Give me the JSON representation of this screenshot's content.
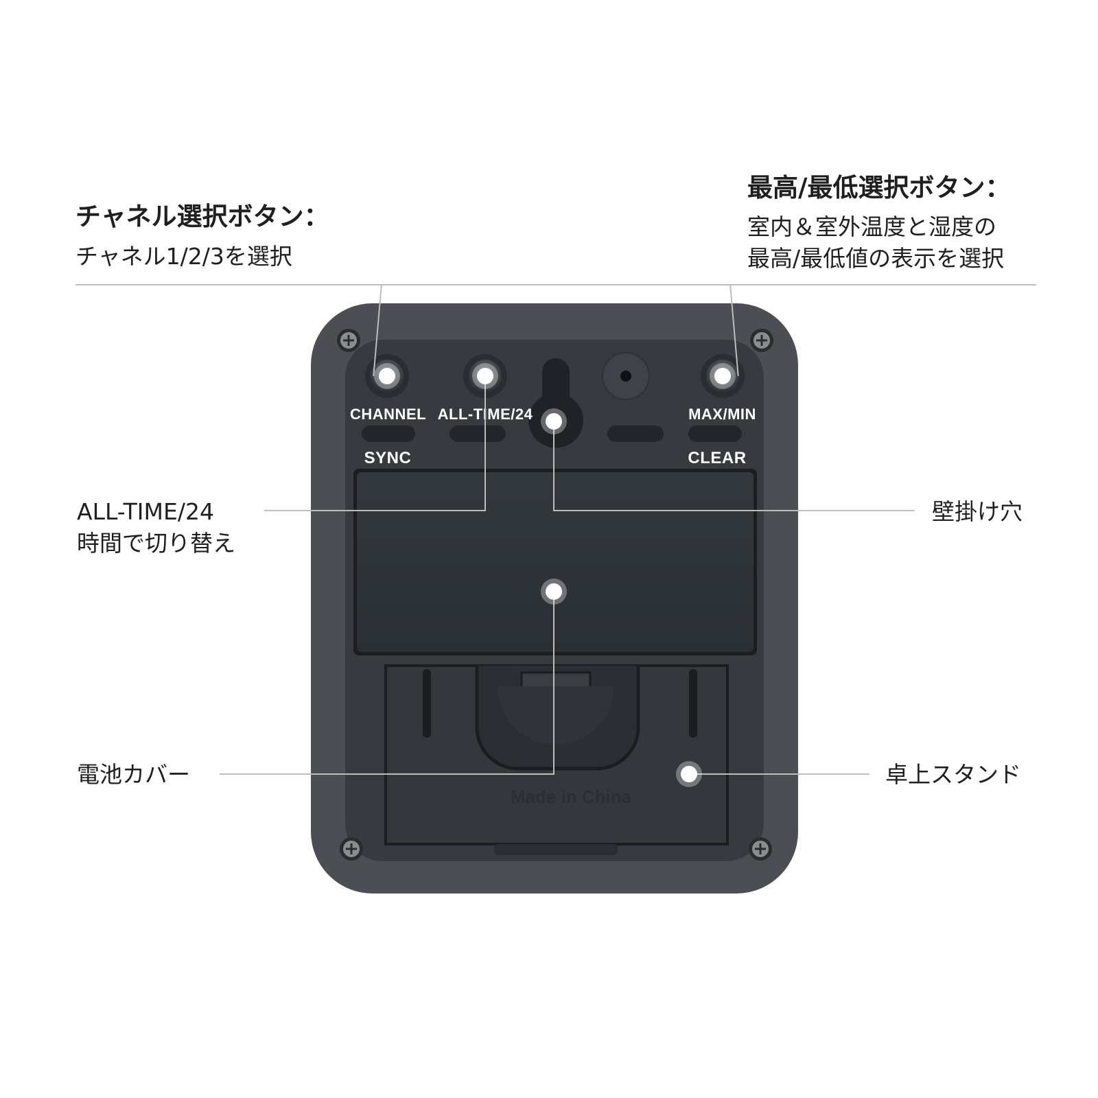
{
  "callouts": {
    "channel": {
      "title": "チャネル選択ボタン：",
      "desc": "チャネル1/2/3を選択"
    },
    "maxmin": {
      "title": "最高/最低選択ボタン：",
      "desc_line1": "室内＆室外温度と湿度の",
      "desc_line2": "最高/最低値の表示を選択"
    },
    "alltime": {
      "line1": "ALL-TIME/24",
      "line2": "時間で切り替え"
    },
    "wall_hole": "壁掛け穴",
    "battery_cover": "電池カバー",
    "stand": "卓上スタンド"
  },
  "device_labels": {
    "channel": "CHANNEL",
    "alltime": "ALL-TIME/24",
    "maxmin": "MAX/MIN",
    "sync": "SYNC",
    "clear": "CLEAR",
    "made_in": "Made in China"
  },
  "colors": {
    "body_outer": "#4b4e52",
    "body_inner": "#373b3f",
    "cover": "#2d3237",
    "stand": "#34383c",
    "leader_line": "#bdbdbd"
  }
}
